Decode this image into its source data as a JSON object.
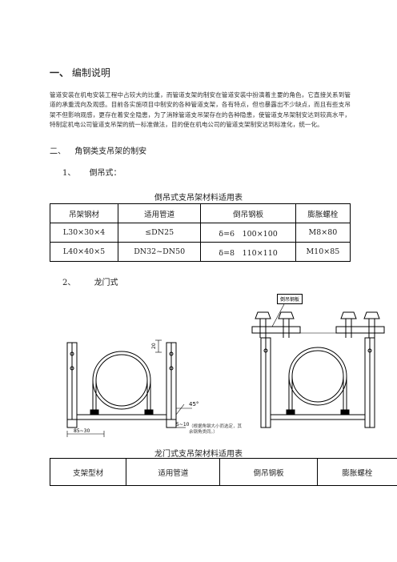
{
  "section1": {
    "number": "一、",
    "title": "编制说明",
    "paragraph": "管道安装在机电安装工程中占较大的比重，而管道支架的制安在管道安装中扮演着主要的角色，它直接关系到管道的承重流向及观感。目前各实施项目中制安的各种管道支架，各有特点，但也暴露出不少缺点，而且有些支吊架不但影响观感，更存在着安全隐患，为了消除管道支吊架存在的各种隐患，使管道支吊架制安达到较高水平，特制定机电公司管道支吊架的统一标准做法，目的使在机电公司的管道支架制安达到标准化，统一化。"
  },
  "section2": {
    "number": "二、",
    "title": "角钢类支吊架的制安"
  },
  "sub1": {
    "number": "1、",
    "title": "倒吊式："
  },
  "table1": {
    "caption": "倒吊式支吊架材料适用表",
    "headers": [
      "吊架钢材",
      "适用管道",
      "倒吊钢板",
      "膨胀螺栓"
    ],
    "rows": [
      [
        "L30×30×4",
        "≤DN25",
        "δ=6　100×100",
        "M8×80"
      ],
      [
        "L40×40×5",
        "DN32~DN50",
        "δ=8　110×110",
        "M10×85"
      ]
    ]
  },
  "sub2": {
    "number": "2、",
    "title": "龙门式"
  },
  "figure": {
    "label_plate": "倒吊钢板",
    "dim_top": "20",
    "dim_angle": "45°",
    "dim_left": "85~30",
    "dim_right": "5~10",
    "note": "（根据角钢大小而选定，其余钢角类同。）"
  },
  "table2": {
    "caption": "龙门式支吊架材料适用表",
    "headers": [
      "支架型材",
      "适用管道",
      "倒吊钢板",
      "膨胀螺栓"
    ]
  }
}
